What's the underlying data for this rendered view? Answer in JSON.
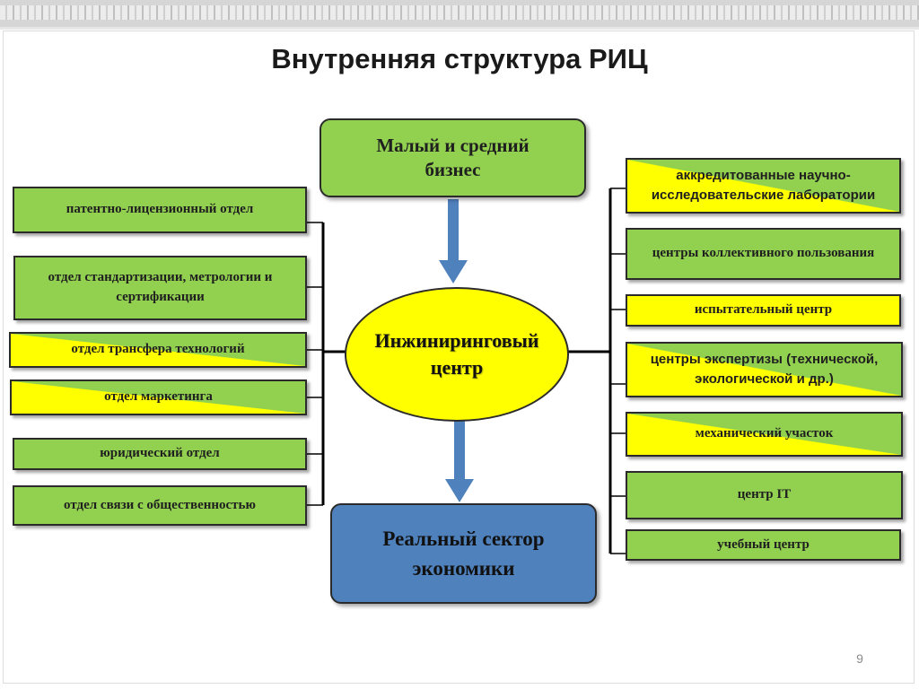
{
  "title": "Внутренняя структура РИЦ",
  "top_box": {
    "label": "Малый и средний бизнес"
  },
  "center": {
    "label": "Инжиниринговый центр"
  },
  "bottom_box": {
    "label": "Реальный сектор экономики"
  },
  "left_items": [
    {
      "label": "патентно-лицензионный отдел",
      "fill": "green"
    },
    {
      "label": "отдел стандартизации, метрологии и сертификации",
      "fill": "green"
    },
    {
      "label": "отдел трансфера технологий",
      "fill": "yellow-green-diagonal"
    },
    {
      "label": "отдел маркетинга",
      "fill": "yellow-green-diagonal"
    },
    {
      "label": "юридический отдел",
      "fill": "green"
    },
    {
      "label": "отдел связи с общественностью",
      "fill": "green"
    }
  ],
  "right_items": [
    {
      "label": "аккредитованные научно-исследовательские лаборатории",
      "fill": "yellow-green-diagonal"
    },
    {
      "label": "центры коллективного пользования",
      "fill": "green"
    },
    {
      "label": "испытательный центр",
      "fill": "yellow"
    },
    {
      "label": "центры экспертизы (технической, экологической и др.)",
      "fill": "yellow-green-diagonal"
    },
    {
      "label": "механический участок",
      "fill": "yellow-green-diagonal"
    },
    {
      "label": "центр IT",
      "fill": "green"
    },
    {
      "label": "учебный центр",
      "fill": "green"
    }
  ],
  "page_number": "9",
  "colors": {
    "green": "#92d050",
    "yellow": "#ffff00",
    "blue": "#4f81bd",
    "arrow": "#4f81bd"
  }
}
